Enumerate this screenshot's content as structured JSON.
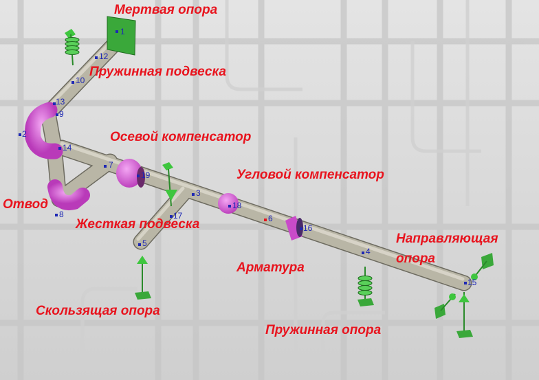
{
  "colors": {
    "label": "#e8141e",
    "node": "#1e28b4",
    "pipe": "#b9b6a6",
    "fitting": "#d64fd6",
    "support": "#3ec63e",
    "background": "#dcdcdc"
  },
  "labels": {
    "dead_support": "Мертвая опора",
    "spring_hanger": "Пружинная подвеска",
    "axial_compensator": "Осевой компенсатор",
    "angular_compensator": "Угловой компенсатор",
    "bend": "Отвод",
    "rigid_hanger": "Жесткая подвеска",
    "guide_support_line1": "Направляющая",
    "guide_support_line2": "опора",
    "valve": "Арматура",
    "sliding_support": "Скользящая опора",
    "spring_support": "Пружинная опора"
  },
  "nodes": {
    "n1": "1",
    "n2": "2",
    "n3": "3",
    "n4": "4",
    "n5": "5",
    "n6": "6",
    "n7": "7",
    "n8": "8",
    "n9": "9",
    "n10": "10",
    "n12": "12",
    "n13": "13",
    "n14": "14",
    "n15": "15",
    "n16": "16",
    "n17": "17",
    "n18": "18",
    "n19": "19"
  }
}
